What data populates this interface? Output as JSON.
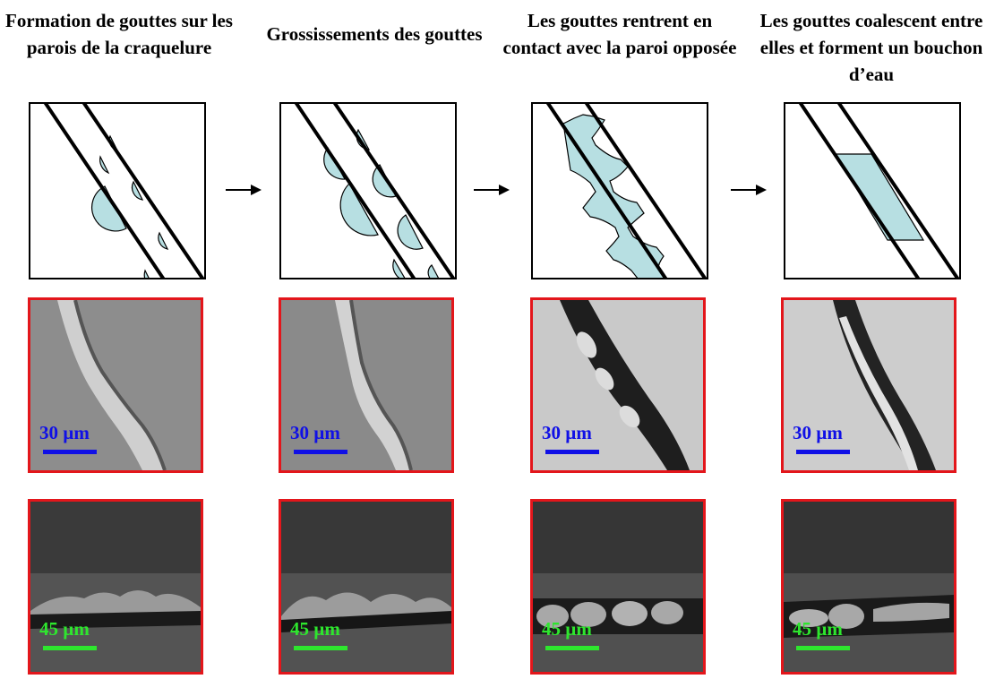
{
  "stages": [
    {
      "title": "Formation de gouttes sur les parois de la craquelure",
      "sem_scale": "30 µm",
      "cryo_scale": "45 µm"
    },
    {
      "title": "Grossissements des gouttes",
      "sem_scale": "30 µm",
      "cryo_scale": "45 µm"
    },
    {
      "title": "Les gouttes rentrent en contact avec la paroi opposée",
      "sem_scale": "30 µm",
      "cryo_scale": "45 µm"
    },
    {
      "title": "Les gouttes coalescent entre elles et forment un bouchon d’eau",
      "sem_scale": "30 µm",
      "cryo_scale": "45 µm"
    }
  ],
  "colors": {
    "droplet": "#b7dfe2",
    "frame_red": "#e3161b",
    "scale_blue": "#1010e6",
    "scale_green": "#2ee62e"
  }
}
